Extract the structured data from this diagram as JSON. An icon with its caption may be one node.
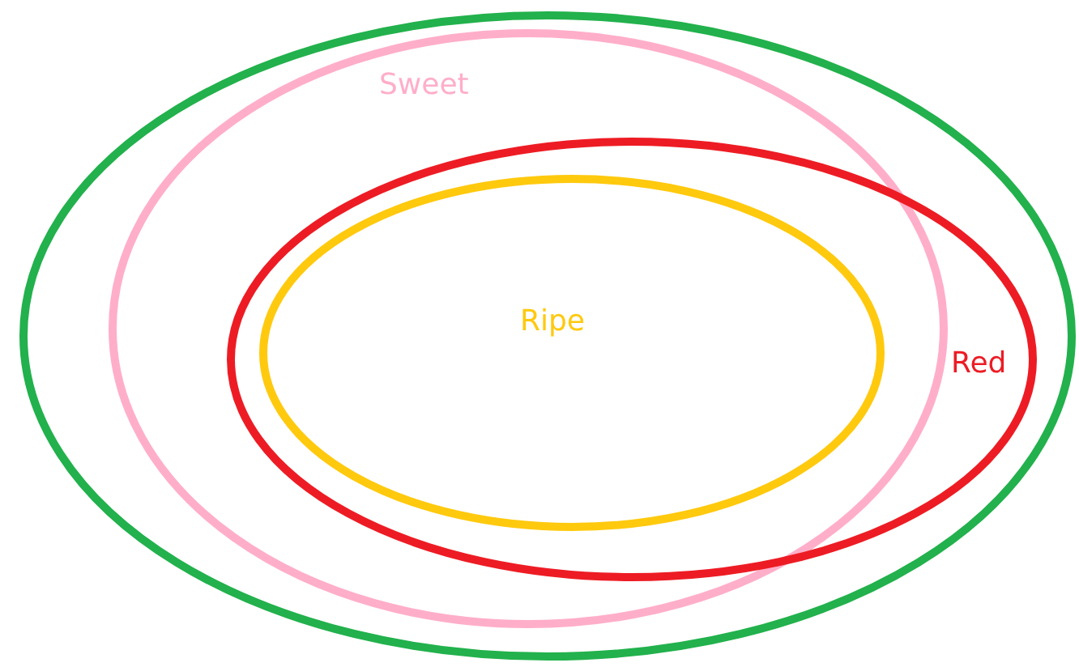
{
  "diagram": {
    "nodes": [
      {
        "text": [],
        "shape": "circle"
      },
      {
        "text": [
          "Sweet"
        ],
        "in": 0
      },
      {
        "text": [
          "Red"
        ],
        "in": 0
      },
      {
        "text": [
          "Ripe"
        ],
        "in": 2
      }
    ]
  }
}
